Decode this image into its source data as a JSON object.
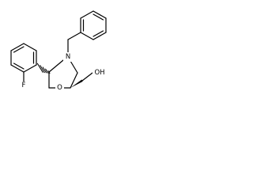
{
  "molecule": {
    "atoms": {
      "nitrogen": "N",
      "oxygen_ring": "O",
      "fluorine": "F",
      "hydroxyl": "OH"
    },
    "stereo": {
      "c2": "wedge",
      "c5": "hash"
    },
    "colors": {
      "bond": "#000000",
      "text": "#000000",
      "background": "#ffffff"
    }
  }
}
